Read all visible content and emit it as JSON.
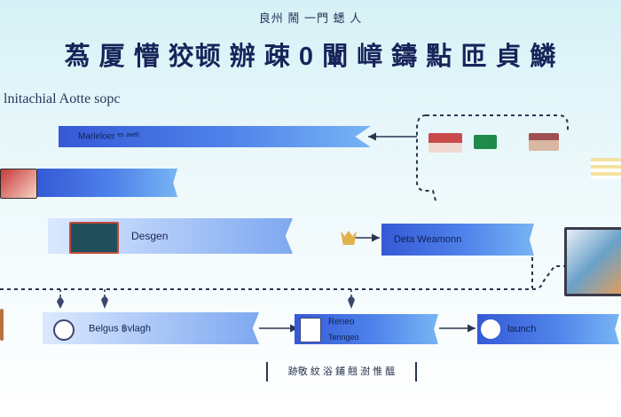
{
  "header": {
    "kicker": "良州 鬧 一門 蟋 人",
    "title": "蒍 厦 懵 狡顿 辦 疎 0 闡 嶂 鑄 點 匝 貞 鱗",
    "subtitle": "lnitachial Aotte sopc"
  },
  "flow": {
    "step_marketing": "Marleloer ᵉˢ ᵃᵛᵉˡᵗ",
    "step_design": "Desgen",
    "step_deta": "Deta Weamonn",
    "step_beleus": "Belgus ฿vlagh",
    "step_review_title": "Reneo",
    "step_review_sub": "Tenngeo",
    "step_launch": "launch"
  },
  "footer": {
    "caption": "跡敬 紋 浴 鋪 翹 澍 惟 醞"
  },
  "colors": {
    "ribbon_start": "#3559d6",
    "ribbon_end": "#78b4f4",
    "connector": "#2a3550"
  },
  "icons": [
    "flag-icon",
    "building-icon",
    "monitor-icon",
    "crown-icon",
    "pin-icon",
    "scroll-icon",
    "badge-icon",
    "shield-icon",
    "dashboard-icon"
  ]
}
